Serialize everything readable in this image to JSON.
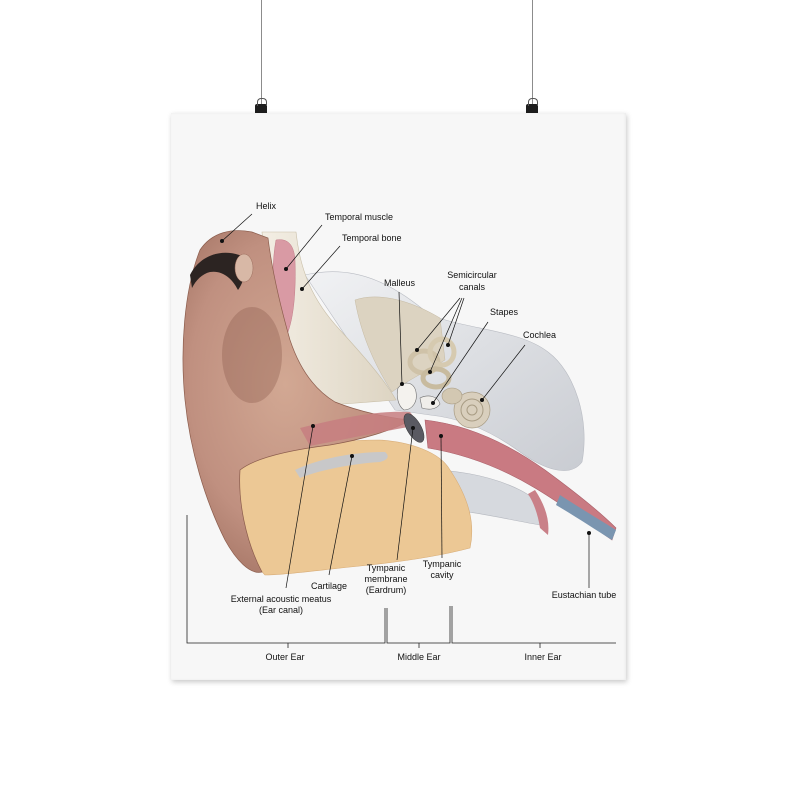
{
  "labels": {
    "helix": "Helix",
    "temporal_muscle": "Temporal muscle",
    "temporal_bone": "Temporal bone",
    "malleus": "Malleus",
    "semicircular_canals_1": "Semicircular",
    "semicircular_canals_2": "canals",
    "stapes": "Stapes",
    "cochlea": "Cochlea",
    "external_meatus_1": "External acoustic meatus",
    "external_meatus_2": "(Ear canal)",
    "cartilage": "Cartilage",
    "tympanic_membrane_1": "Tympanic",
    "tympanic_membrane_2": "membrane",
    "tympanic_membrane_3": "(Eardrum)",
    "tympanic_cavity_1": "Tympanic",
    "tympanic_cavity_2": "cavity",
    "eustachian_tube": "Eustachian tube"
  },
  "regions": {
    "outer_ear": "Outer Ear",
    "middle_ear": "Middle Ear",
    "inner_ear": "Inner Ear"
  },
  "colors": {
    "skin": "#c79c86",
    "skin_dark": "#8e6050",
    "cartilage": "#ecc895",
    "bone": "#ece6d8",
    "muscle": "#d99aa4",
    "canal": "#c77e80",
    "inner_bone": "#d8d0c0",
    "grey_tissue": "#dadde2"
  }
}
